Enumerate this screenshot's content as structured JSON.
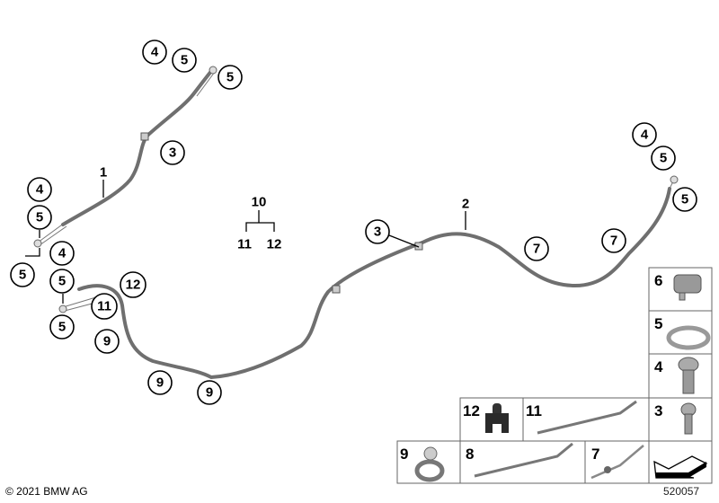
{
  "callouts": {
    "c4a": "4",
    "c5a": "5",
    "c5b": "5",
    "c3a": "3",
    "c4b": "4",
    "c5c": "5",
    "c5d": "5",
    "c4c": "4",
    "c5e": "5",
    "c12a": "12",
    "c11a": "11",
    "c5f": "5",
    "c9a": "9",
    "c9b": "9",
    "c9c": "9",
    "c3b": "3",
    "c7a": "7",
    "c7b": "7",
    "c4d": "4",
    "c5g": "5",
    "c5h": "5"
  },
  "labels": {
    "part1": "1",
    "part2": "2",
    "group10": "10",
    "group10_sub1": "11",
    "group10_sub2": "12"
  },
  "parts_boxes": [
    {
      "number": "6",
      "icon": "clip-holder-icon"
    },
    {
      "number": "5",
      "icon": "sealing-ring-icon"
    },
    {
      "number": "4",
      "icon": "banjo-bolt-icon"
    },
    {
      "number": "3",
      "icon": "screw-icon"
    },
    {
      "number": "12",
      "icon": "rubber-grommet-icon"
    },
    {
      "number": "11",
      "icon": "cable-tie-icon"
    },
    {
      "number": "9",
      "icon": "hose-clamp-icon"
    },
    {
      "number": "8",
      "icon": "cable-tie-icon"
    },
    {
      "number": "7",
      "icon": "cable-tie-with-clip-icon"
    }
  ],
  "footer": {
    "copyright": "© 2021 BMW AG",
    "diagram_number": "520057"
  }
}
